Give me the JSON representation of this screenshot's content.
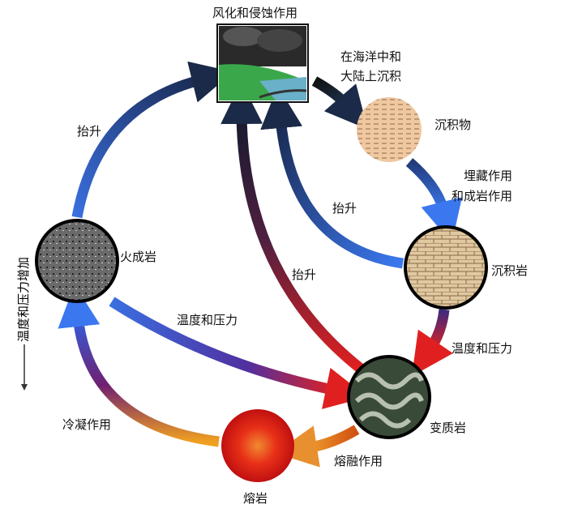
{
  "title": "风化和侵蚀作用",
  "deposit": [
    "在海洋中和",
    "大陆上沉积"
  ],
  "sediment": "沉积物",
  "burial": [
    "埋藏作用",
    "和成岩作用"
  ],
  "sedimentary_rock": "沉积岩",
  "temp_pressure_right": "温度和压力",
  "metamorphic_rock": "变质岩",
  "melting": "熔融作用",
  "magma": "熔岩",
  "cooling": "冷凝作用",
  "igneous_rock": "火成岩",
  "temp_pressure_mid": "温度和压力",
  "uplift_left": "抬升",
  "uplift_right": "抬升",
  "uplift_center": "抬升",
  "side_note": "温度和压力增加"
}
